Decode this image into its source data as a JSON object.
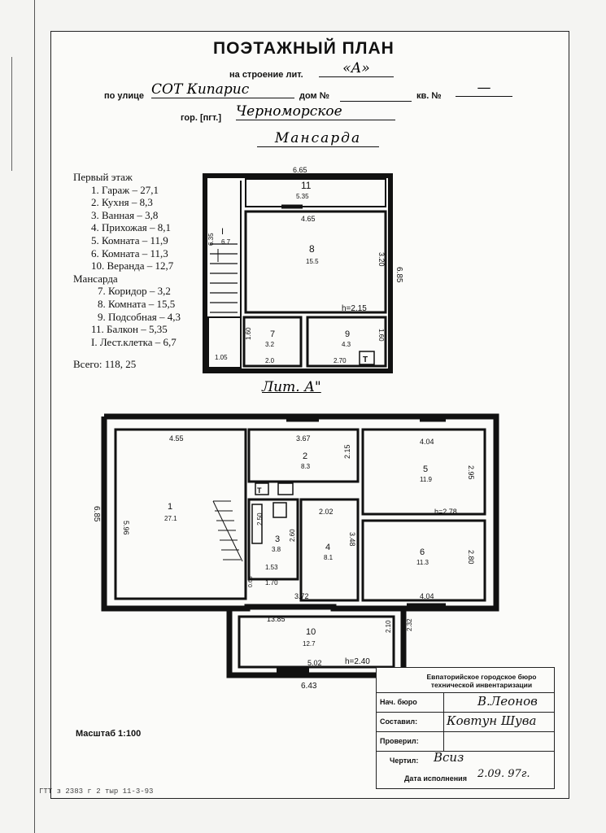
{
  "header": {
    "title": "ПОЭТАЖНЫЙ ПЛАН",
    "building_label": "на строение лит.",
    "building_value": "«А»",
    "street_label": "по улице",
    "street_value": "СОТ Кипарис",
    "house_label": "дом №",
    "apt_label": "кв. №",
    "apt_value": "—",
    "city_label": "гор. [пгт.]",
    "city_value": "Черноморское",
    "floor_name": "Мансарда"
  },
  "legend": {
    "first_floor_title": "Первый этаж",
    "first_floor": [
      "1. Гараж – 27,1",
      "2. Кухня – 8,3",
      "3. Ванная – 3,8",
      "4. Прихожая – 8,1",
      "5. Комната – 11,9",
      "6. Комната – 11,3",
      "10. Веранда – 12,7"
    ],
    "attic_title": "Мансарда",
    "attic": [
      "7. Коридор – 3,2",
      "8. Комната – 15,5",
      "9. Подсобная – 4,3",
      "11. Балкон – 5,35",
      "I. Лест.клетка – 6,7"
    ],
    "total": "Всего: 118, 25"
  },
  "attic_plan": {
    "labels": {
      "top_width": "6.65",
      "balcony_num": "11",
      "balcony_area": "5.35",
      "room8_width": "4.65",
      "room8_num": "8",
      "room8_area": "15.5",
      "room8_depth": "3.20",
      "side_depth": "6.85",
      "stair_num": "I",
      "stair_area": "6.7",
      "stair_len": "6.35",
      "height": "h=2.15",
      "room7_num": "7",
      "room7_area": "3.2",
      "room7_w": "2.0",
      "room7_d": "1.60",
      "room9_num": "9",
      "room9_area": "4.3",
      "room9_w": "2.70",
      "room9_d": "1.60",
      "small_w": "1.05",
      "toilet_mark": "T"
    }
  },
  "lit_label": "Лит. А\"",
  "first_plan": {
    "labels": {
      "r1_w": "4.55",
      "r1_d": "5.96",
      "r1_num": "1",
      "r1_area": "27.1",
      "overall_d": "6.85",
      "r2_w": "3.67",
      "r2_d": "2.15",
      "r2_num": "2",
      "r2_area": "8.3",
      "r5_w": "4.04",
      "r5_d": "2.95",
      "r5_num": "5",
      "r5_area": "11.9",
      "r5_h": "h=2.78",
      "r3_num": "3",
      "r3_area": "3.8",
      "r3_d": "2.50",
      "r3_d2": "2.60",
      "r3_w": "1.53",
      "r3_w2": "1.70",
      "r3_side": "0.68",
      "r4_w": "2.02",
      "r4_num": "4",
      "r4_area": "8.1",
      "r4_d": "3.48",
      "r6_num": "6",
      "r6_area": "11.3",
      "r6_d": "2.80",
      "r6_w": "4.04",
      "hall_w": "3.72",
      "ver_w": "13.85",
      "r10_num": "10",
      "r10_area": "12.7",
      "r10_d": "2.10",
      "r10_d2": "2.32",
      "r10_w": "5.02",
      "r10_h": "h=2.40",
      "r10_ow": "6.43",
      "wc_mark": "T"
    }
  },
  "stamp": {
    "org": "Евпаторийское городское бюро технической инвентаризации",
    "chief_label": "Нач. бюро",
    "chief_sig": "В.Леонов",
    "made_label": "Составил:",
    "made_sig": "Ковтун Шува",
    "checked_label": "Проверил:",
    "drawn_label": "Чертил:",
    "drawn_sig": "Всиз",
    "date_label": "Дата исполнения",
    "date_value": "2.09. 97г."
  },
  "scale": "Масштаб 1:100",
  "footer_code": "ГТТ з 2383 г 2 тыр 11-3-93"
}
